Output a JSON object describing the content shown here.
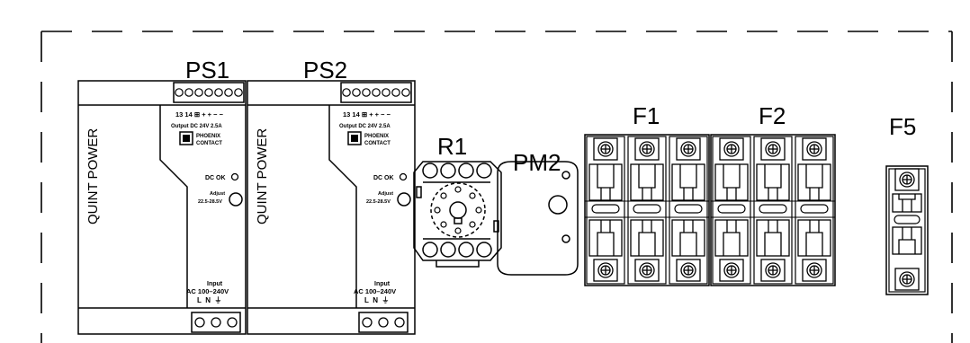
{
  "labels": {
    "ps1": "PS1",
    "ps2": "PS2",
    "r1": "R1",
    "pm2": "PM2",
    "f1": "F1",
    "f2": "F2",
    "f5": "F5"
  },
  "power_supply": {
    "brand_text": "QUINT POWER",
    "output_terminal_marks": "13 14 ⊞ + + − −",
    "output_text": "Output DC 24V 2.5A",
    "logo_line1": "PHOENIX",
    "logo_line2": "CONTACT",
    "dc_ok": "DC OK",
    "adjust": "Adjust",
    "adjust_range": "22.5-28.5V",
    "input": "Input",
    "ac_range": "AC 100–240V",
    "input_terminals": "L  N  ⏚"
  },
  "colors": {
    "line": "#000000",
    "background": "#ffffff"
  }
}
